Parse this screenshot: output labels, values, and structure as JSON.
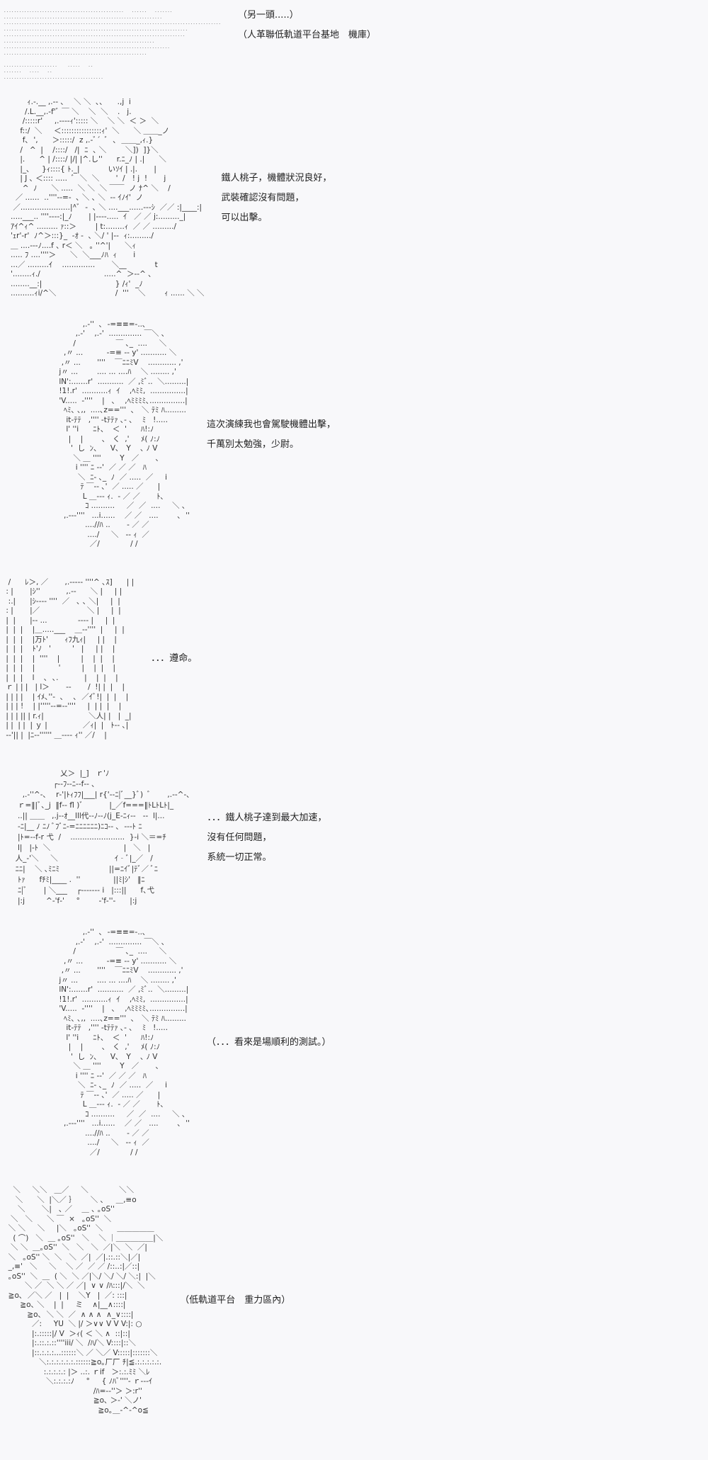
{
  "header": {
    "caption_1": "（另一頭.....）",
    "caption_2": "（人革聯低軌道平台基地　機庫）",
    "dots": "...............................................   ......   .......\n..............................................................\n.....................................................................................\n........................................................................\n.......................................................................\n...........................................................\n.................................................................\n........................................................\n\n.....................    .....   ..\n.......   ....   ..\n......................................."
  },
  "panels": [
    {
      "art": "          ｨ.-.__ ,.-‐ ､    ＼ ＼  ､､      .,j  i\n         /.L.__,.-f'ﾞ ￣ ＼    ＼  ＼    .   j.\n        /:::::r'     ,.-‐-‐ｨ'::::: ＼    ＼ ＼  ＜ ＞  ＼\n       f::/  ＼     ＜::::::::::::::::ｨ'  ＼      ＼ ＿＿_ノ\n        f､  ',      ＞:::::/  z ,.-ﾞ´  ﾞ  ､  ＿＿_,ｨ.}\n       /   ^  |    /::::/   /|  ﾆ  ､ ＼        ＼])  ]}＼\n       |.      ^ | /::::/ |/| |^.し''      r.ﾆ_ﾉ | .|      ＼\n       |_､     }ｨ::::{ ﾄ._|            いｿｲ | .|.       |\n       | J ､ ＜:::: .....  ﾞ  ＼  ＼       '  /   ! j  !       j\n        ^  ﾉ      ＼ .....  ＼ ＼  ＼ ￣￣  ノ ﾅ^ ＼    /\n     ／ ......  ..''''‐‐=‐  ､ ＼ ､ ＼  ‐‐ ｲﾉｲ'  ノ\n    ／.....................|^ﾞ  ‐  ､ ＼ ....___......‐‐‐ｼ  ／／ :|____:|\n   .....___.. ''''‐‐‐‐:|_ﾉ       | |‐‐‐‐.....  ｲ   ／ ／ j:........._|\n   ｱｲ^ｨ^ ......... ｧ::＞        | t:........ｨ  ／ ／ ........./\n   'ｪr'‐r'  ﾉ^＞:::}_  ‐ｵ ‐  ､ ＼/ ' |‐‐  ｨ:........./\n   ＿ ....‐‐‐ﾉ....f ､ r＜ ＼   ｡ ''^'|      ＼ｨ\n   ..... ﾌ ....''''＞      ＼  ＼___ﾉﾊ  ｨ       i\n   ...／ .........ｲ    ..............       ＼__            t\n   '........ｨ./                           .....^  ＞‐‐^ ､\n   ........__:|                               } /ｨ'  _ﾉ\n   ..........ｨi/^＼                         /  '''    ＼        ｨ ...... ＼ ＼",
      "lines": [
        "鐵人桃子，機體狀況良好，",
        "武裝確認沒有問題，",
        "可以出擊。"
      ]
    },
    {
      "art": "              ,.-''  ､  -=≡≡=-..､\n           ,.-'    ,.-'  .............. ￣＼ ､\n          /                 ￣ ､_  ....     ＼\n      ,〃 ...          ‐=≡ ‐‐ y' ........... ＼\n     ,〃 ...       ''''    ￣ﾆﾆﾐV    ............ ,'\n    j〃 ...        .... ... ....ﾊ    ＼ ........ ,'\n    lN':.......r'  ...........  ／ ,ﾐﾞ..  ＼.........|\n    !1!.r'  ...........ｨ  ｲ    ,ﾍﾐﾐ,  ...............|\n    'V.....  ‐''''    |   ､    ,ﾍﾐﾐﾐﾐ､...............|\n      ﾍﾐ､ ､,,  ....､z=='''  ､   ＼ ﾃﾐ ﾊ.........\n       it-ﾃﾃ   ,'''' -tﾃﾃｧ ､‐ ､    ﾐ   !.....\n       l' ''i      ﾆﾄ、  ＜  '      ﾊ!:ﾉ\n        |    |        ､   く  ,'     ﾒ( ﾉ:ﾉ\n         '  し  ﾝ、    V､   Y    ､ ﾉ V\n          ＼ ＿ ''''        Y   ／       ､\n           i '''' ﾆ ‐‐'  ／ ／ ／   ﾊ\n            ＼  ﾆ‐ ､_  ﾉ  ／ .....  ／     i\n             ﾃ ￣‐‐ ､'  ／ ..... ／      |\n              L ＿‐‐‐ ｨ.  ‐ ／ ／       ﾄ､\n               ｺ ..........     ／  ／  ....     ＼ ､\n      ,.-‐-''''   ...i......    ／ ／   ....        ､  ''\n               ....//ﾊ ..       ‐ ／ ／\n                ..../     ＼   ‐‐ ｨ  ／\n                 ／/             / /",
      "lines": [
        "這次演練我也會駕駛機體出擊，",
        "千萬別太勉強，少尉。"
      ]
    },
    {
      "art": "  /      ﾚ＞, ／       ,.-‐‐‐‐ ''''^ ､ｽ]      | |\n : |       |ｼ''           ,.-‐      ＼ |     | |\n  :.|      |ｼ‐‐‐‐ ''''  ／   ､ ､ ＼|     |  |\n : |       |／                    ＼ |     |  |\n |  |      |‐‐ ...             ‐‐‐‐ |     |  |\n |  |  |    |＿.....___    ＿‐‐''''  |     |  |\n |  |  |    |万ﾄ'       ｨﾌ九ｨ|     | |    |\n |  |  |    ﾄ'ﾉ   '         '   |     | |    |\n |  |  |    |  ''''    |         |    |  |    |\n |  |  |    |          '         |    |  |    |\n |  |  |    l    ､  ､.           |    |  |    |\n ｒ | | |   | l＞       ‐‐       /  !| |  |    |\n | | | |    | ｲﾒ､''‐  ､    ､  ／ｲﾞ!|  |  |    |\n | | | !    | |'''''‐‐=‐‐''''     |  | |  |    |\n | | | || | r.ｨ|                   ＼人| |   |  _|\n | |  | |  | ｙ |               ／ｨ|  |   ﾄ‐‐ ､|\n ‐‐'|| |  |ﾆ‐‐'''''' ＿‐‐‐‐ ｨ'' ／/    |",
      "lines": [
        "．．．遵命。"
      ]
    },
    {
      "art": "                     乂＞  |_]   ｒ'ﾉ\n                  ┌‐‐ﾌ‐‐ﾆ‐‐f‐‐ ､\n     ,.-''^-､    r‐'|ﾄｨﾌﾌ|___| r{'‐‐ﾆ|ﾞ__}ﾞ)  ﾞ       ,.-‐^-､\n   ｒ=‖|ﾞ､_j  ‖f‐‐ fl )ﾞ           |_／f===‖ﾄLﾄLﾄ|_\n   ..|| ＿＿   ,.j‐‐ｵ__lll代‐‐ﾉ‐‐ﾉ(j_E‐ﾆｨ‐‐   ‐‐  l|...\n   -ﾆ|__ ﾉ ﾆﾉ ﾞﾌﾞﾆ‐=ﾆﾆﾆﾆﾆﾆ)ﾆｺ‐‐ ､  ‐‐‐ﾄ ﾆ\n   |ﾄ=‐-f‐r 弋  /    .......................  }‐i ＼＝=ﾁ\n   l|   |‐ﾄ  ＼                               |   ＼   |\n  人_‐'＼     ＼                        ｲ‐ﾞ|_／   /\n  ﾆﾆ|    ＼ ､ﾐﾆﾐ                     ||=ﾆｲﾞ|ﾃﾞ／ ﾞﾆ\n   ﾄｧ      fﾁﾐ|____ .  ''              ||ﾐ|ｼ'   ‖ﾆ\n   ﾆ|ﾞ       | ＼___    ┌‐‐‐‐‐‐‐ i   |:::||      f､弋\n   |:j         ^‐'f‐'     °        ‐'f‐''‐      |:j",
      "lines": [
        "．．．鐵人桃子達到最大加速，",
        "沒有任何問題，",
        "系統一切正常。"
      ]
    },
    {
      "art": "              ,.-''  ､  -=≡≡=-..､\n           ,.-'    ,.-'  .............. ￣＼ ､\n          /                 ￣ ､_  ....     ＼\n      ,〃 ...          ‐=≡ ‐‐ y' ........... ＼\n     ,〃 ...       ''''    ￣ﾆﾆﾐV    ............ ,'\n    j〃 ...        .... ... ....ﾊ    ＼ ........ ,'\n    lN':.......r'  ...........  ／ ,ﾐﾞ..  ＼.........|\n    !1!.r'  ...........ｨ  ｲ    ,ﾍﾐﾐ,  ...............|\n    'V.....  ‐''''    |   ､    ,ﾍﾐﾐﾐﾐ､...............|\n      ﾍﾐ､ ､,,  ....､z=='''  ､   ＼ ﾃﾐ ﾊ.........\n       it-ﾃﾃ   ,'''' -tﾃﾃｧ ､‐ ､    ﾐ   !.....\n       l' ''i      ﾆﾄ、  ＜  '      ﾊ!:ﾉ\n        |    |        ､   く  ,'     ﾒ( ﾉ:ﾉ\n         '  し  ﾝ、    V､   Y    ､ ﾉ V\n          ＼ ＿ ''''        Y   ／       ､\n           i '''' ﾆ ‐‐'  ／ ／ ／   ﾊ\n            ＼  ﾆ‐ ､_  ﾉ  ／ .....  ／     i\n             ﾃ ￣‐‐ ､'  ／ ..... ／      |\n              L ＿‐‐‐ ｨ.  ‐ ／ ／       ﾄ､\n               ｺ ..........     ／  ／  ....     ＼ ､\n      ,.-‐-''''   ...i......    ／ ／   ....        ､  ''\n               ....//ﾊ ..       ‐ ／ ／\n                ..../     ＼   ‐‐ ｨ  ／\n                 ／/             / /",
      "lines": [
        "（．．．看來是場順利的測試。）"
      ]
    },
    {
      "art": "    ＼     ＼＼   ＿／     ＼             ＼＼\n     ＼      ＼  |＼／ ｝      ＼ ､     ＿,≡o\n      ＼       ＼|   ､ ／    ＿ ､ ｡oS'' \n   ＼   ＼      ＼ ￣  ×   ｡oS''  ＼\n  ＼ ＼     ＼     |＼   ｡oS''  ＼      ＿＿＿＿＿\n    ( ⌒)   ＼  ＿ ｡oS''   ＼    ＼ ｜＿＿＿＿＿|＼\n   ＼ ＼  ＿｡oS''  ＼   ＼   ＼  ／|＼  ＼  ／|\n  ＼   ｡oS'' ＼  ＼   ＼  ／|  ／|.::.::＼|／|\n  _,≡'   ＼     ＼    ＼ ／  ／ ／ /::..:|／::|\n  ｡oS''  ＼  ＿  ( ＼  ＼ ／|＼/ ＼/ ＼/ ＼:|  |＼\n         ＼ ／  ＼ ＼ ／ ／|  ∨ ∨ /ﾊ:::|/＼  ＼\n  ≧o､  ／＼ ／   |  |    ＼Y   |  ／: :::|\n       ≧o､ ＼    |  |     ミ    ∧|__∧::::|\n          ≧o､  ＼ ＼  ／  ∧ ∧ ∧  ∧_∨::::|\n            ／:     YU  ＼ |/ ＞∨∨ V V V:|: ○\n            |:.:::::|/ V  ＞ｨ( ＜ ＼ ∧  ::|::|\n            |:.::.:.::''''iii/ ＼  /ﾊ/＼ V::::|::＼\n            |::.:.:.:...::::::＼ ／ ＼／ V:::::|:::::::＼\n               ＼:.:.:.:.:.:.::::::≧o｡厂厂 ﾁ|≦.:.:.:.:.:.\n                 :.:.:.:.: |＞ ..:. ｒif   ＞:.:.ﾐﾐ ＼ﾚ\n                  ＼:.:.:.:ﾉ     °     { ﾉﾊﾞ''''‐ ｒ‐‐‐ｲ\n                                      /ﾊ=‐‐''＞ ＞:r''\n                                      ≧o､ ＞‐' ＼ノ'\n                                        ≧o｡＿-^‐^o≦",
      "lines": [
        "（低軌道平台　重力區內）"
      ]
    }
  ]
}
